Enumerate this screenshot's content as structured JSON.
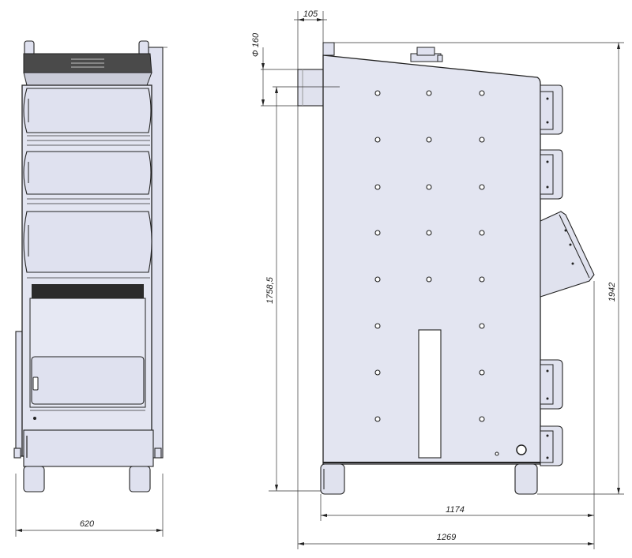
{
  "dimensions": {
    "front_width": "620",
    "flue_offset": "105",
    "flue_diameter": "Ф 160",
    "flue_height": "1758,5",
    "total_height": "1942",
    "body_depth": "1174",
    "total_depth": "1269"
  },
  "colors": {
    "body": "#e3e5f1",
    "outline": "#222222",
    "dark": "#2b2b2b"
  }
}
